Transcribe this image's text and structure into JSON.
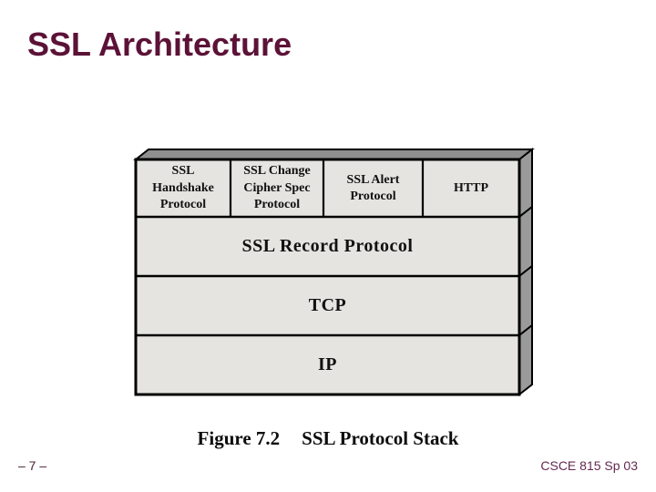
{
  "slide": {
    "title": "SSL Architecture",
    "page_number": "– 7 –",
    "course_footer": "CSCE 815 Sp 03"
  },
  "stack": {
    "top_row": [
      "SSL\nHandshake\nProtocol",
      "SSL Change\nCipher Spec\nProtocol",
      "SSL Alert\nProtocol",
      "HTTP"
    ],
    "layers": [
      "SSL Record Protocol",
      "TCP",
      "IP"
    ],
    "caption": {
      "label": "Figure 7.2",
      "title": "SSL Protocol Stack"
    }
  },
  "colors": {
    "accent_maroon": "#5c1237",
    "footer_maroon": "#642950",
    "box_fill": "#e5e4e1",
    "top_face": "#8f8f8f",
    "side_face": "#9a9a9a",
    "border": "#000000"
  }
}
